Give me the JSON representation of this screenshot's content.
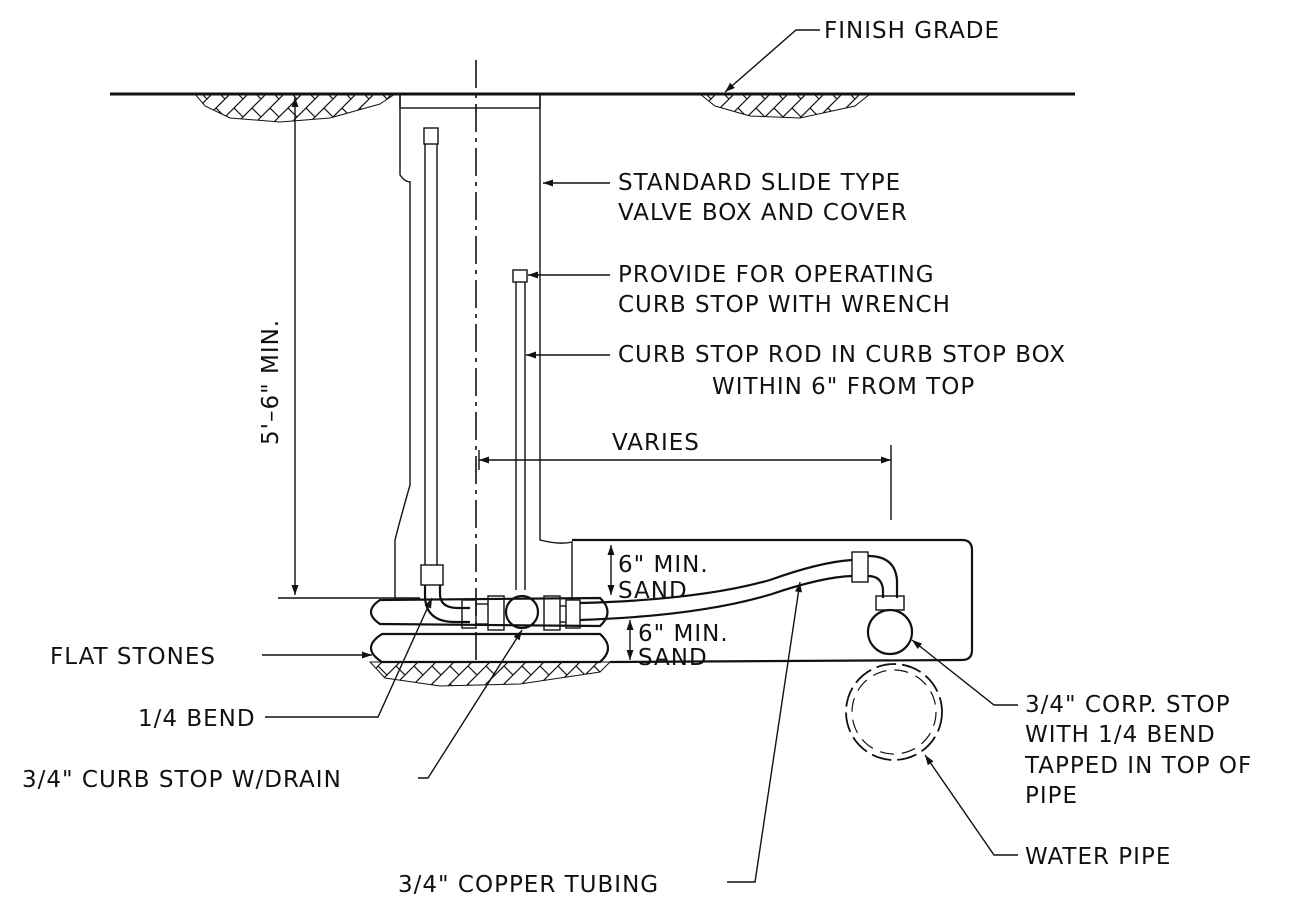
{
  "labels": {
    "finish_grade": "FINISH GRADE",
    "valve_box_line1": "STANDARD SLIDE TYPE",
    "valve_box_line2": "VALVE BOX AND COVER",
    "operating_line1": "PROVIDE FOR OPERATING",
    "operating_line2": "CURB STOP WITH WRENCH",
    "rod_line1": "CURB STOP ROD IN CURB STOP BOX",
    "rod_line2": "WITHIN 6\" FROM TOP",
    "varies": "VARIES",
    "depth": "5'–6\" MIN.",
    "sand_upper_1": "6\" MIN.",
    "sand_upper_2": "SAND",
    "sand_lower_1": "6\" MIN.",
    "sand_lower_2": "SAND",
    "flat_stones": "FLAT STONES",
    "quarter_bend": "1/4 BEND",
    "curb_stop": "3/4\" CURB STOP W/DRAIN",
    "corp_line1": "3/4\" CORP. STOP",
    "corp_line2": "WITH 1/4 BEND",
    "corp_line3": "TAPPED IN TOP OF",
    "corp_line4": "PIPE",
    "water_pipe": "WATER PIPE",
    "copper_tubing": "3/4\" COPPER TUBING"
  }
}
